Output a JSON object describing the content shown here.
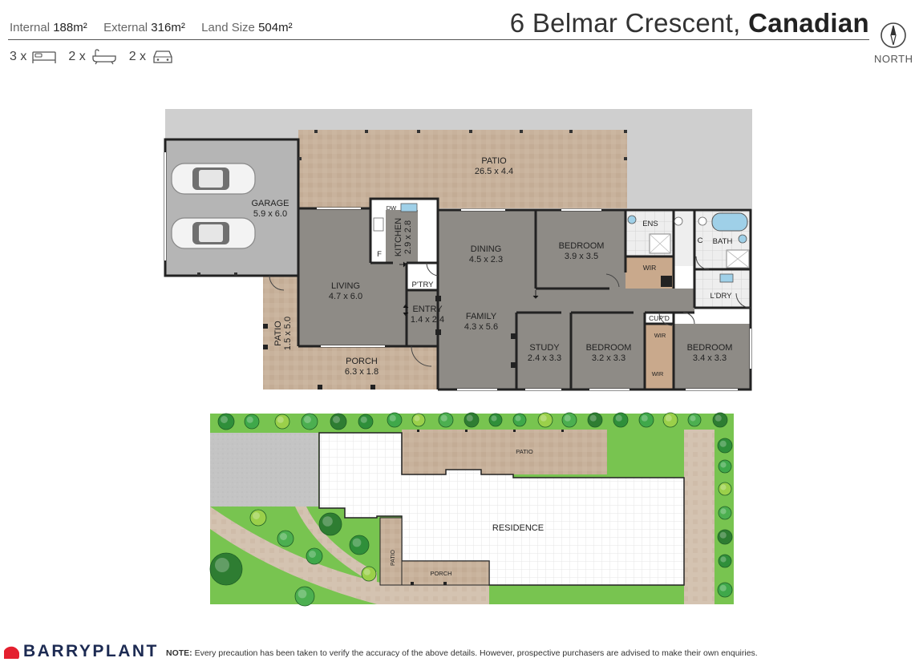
{
  "header": {
    "internal_label": "Internal",
    "internal_value": "188m²",
    "external_label": "External",
    "external_value": "316m²",
    "land_label": "Land Size",
    "land_value": "504m²",
    "bed_count": "3 x",
    "bath_count": "2 x",
    "car_count": "2 x",
    "address_street": "6 Belmar Crescent,",
    "address_suburb": "Canadian",
    "north_label": "NORTH"
  },
  "floorplan": {
    "rooms": [
      {
        "name": "PATIO",
        "size": "26.5 x 4.4"
      },
      {
        "name": "GARAGE",
        "size": "5.9 x 6.0"
      },
      {
        "name": "KITCHEN",
        "size": "2.9 x 2.8"
      },
      {
        "name": "DINING",
        "size": "4.5 x 2.3"
      },
      {
        "name": "BEDROOM",
        "size": "3.9 x 3.5"
      },
      {
        "name": "LIVING",
        "size": "4.7 x 6.0"
      },
      {
        "name": "ENTRY",
        "size": "1.4 x 2.4"
      },
      {
        "name": "FAMILY",
        "size": "4.3 x 5.6"
      },
      {
        "name": "STUDY",
        "size": "2.4 x 3.3"
      },
      {
        "name": "BEDROOM",
        "size": "3.2 x 3.3"
      },
      {
        "name": "BEDROOM",
        "size": "3.4 x 3.3"
      },
      {
        "name": "PORCH",
        "size": "6.3 x 1.8"
      },
      {
        "name": "PATIO",
        "size": "1.5 x 5.0"
      }
    ],
    "small_labels": [
      "DW",
      "F",
      "P'TRY",
      "ENS",
      "WIR",
      "C",
      "BATH",
      "L'DRY",
      "CUP'D",
      "WIR",
      "WIR"
    ]
  },
  "siteplan": {
    "labels": [
      "PATIO",
      "RESIDENCE",
      "PATIO",
      "PORCH"
    ]
  },
  "footer": {
    "brand": "BARRYPLANT",
    "note_label": "NOTE:",
    "note_text": "Every precaution has been taken to verify the accuracy of the above details. However, prospective purchasers are advised to make their own enquiries."
  },
  "colors": {
    "brand_red": "#e4202f",
    "brand_navy": "#1c2a52",
    "room_grey": "#8e8b86",
    "paving": "#c8b29c",
    "lawn": "#78c450",
    "concrete": "#c6c6c6"
  }
}
